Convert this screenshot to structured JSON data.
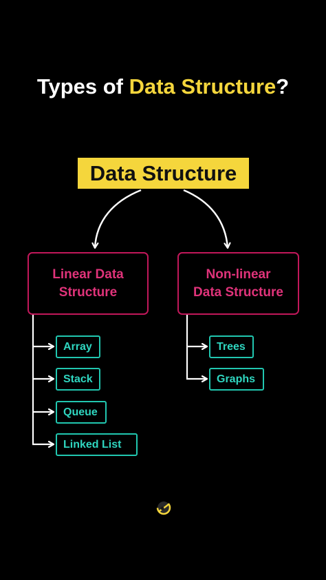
{
  "title": {
    "prefix": "Types of ",
    "highlight": "Data Structure",
    "suffix": "?"
  },
  "root": {
    "label": "Data Structure"
  },
  "categories": [
    {
      "line1": "Linear Data",
      "line2": "Structure",
      "items": [
        "Array",
        "Stack",
        "Queue",
        "Linked List"
      ]
    },
    {
      "line1": "Non-linear",
      "line2": "Data Structure",
      "items": [
        "Trees",
        "Graphs"
      ]
    }
  ],
  "colors": {
    "background": "#000000",
    "highlight": "#f5d63c",
    "category_border": "#c2185b",
    "category_text": "#e0337a",
    "leaf_border": "#21c7b0",
    "leaf_text": "#2fd6c0",
    "connector": "#ffffff"
  },
  "icons": {
    "logo": "swirl-logo-icon"
  }
}
